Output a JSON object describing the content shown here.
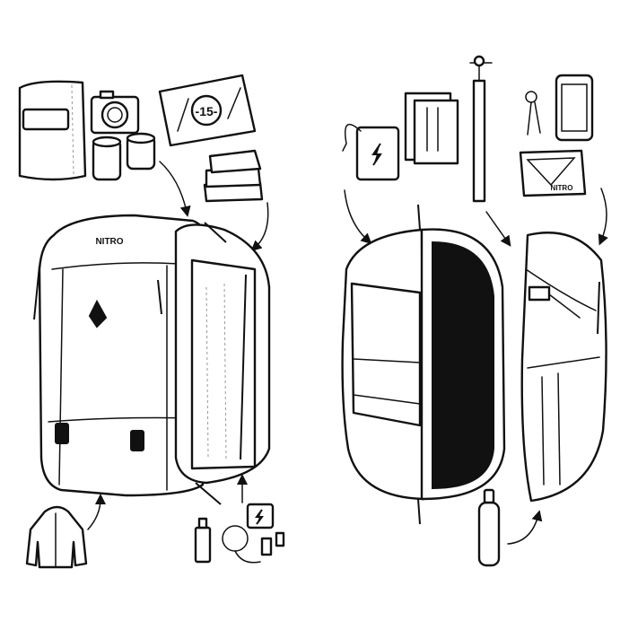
{
  "illustration": {
    "backpack_brand": "NITRO",
    "tablet_label": "-15-",
    "wallet_brand": "NITRO",
    "line_color": "#111111",
    "background_color": "#ffffff"
  }
}
